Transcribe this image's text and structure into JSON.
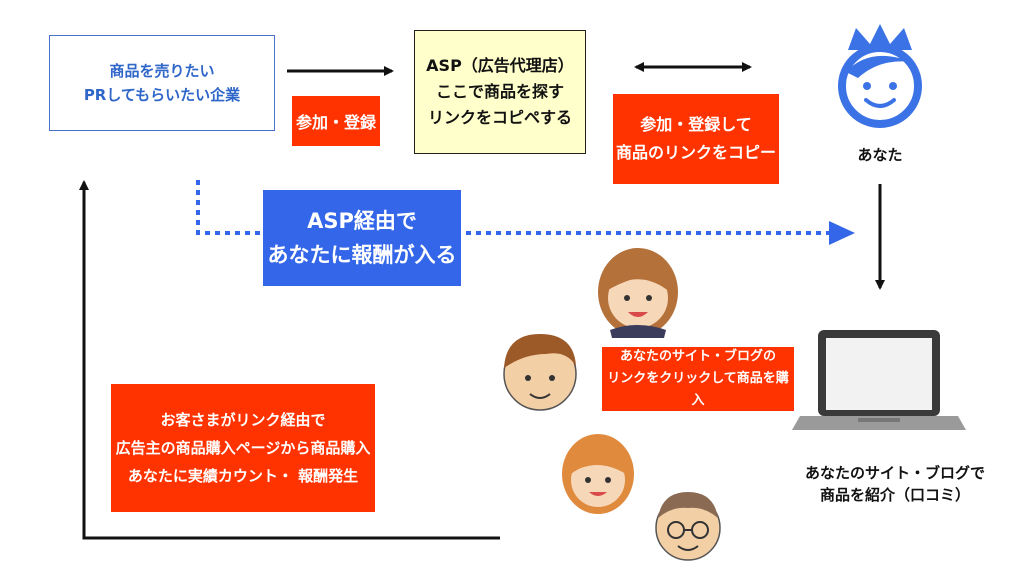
{
  "advertiser": {
    "line1": "商品を売りたい",
    "line2": "PRしてもらいたい企業"
  },
  "asp_box": {
    "line1": "ASP（広告代理店）",
    "line2": "ここで商品を探す",
    "line3": "リンクをコピペする"
  },
  "join_label": "参加・登録",
  "join_copy_label": {
    "line1": "参加・登録して",
    "line2": "商品のリンクをコピー"
  },
  "you_label": "あなた",
  "reward_label": {
    "line1": "ASP経由で",
    "line2": "あなたに報酬が入る"
  },
  "buy_label": {
    "line1": "あなたのサイト・ブログの",
    "line2": "リンクをクリックして商品を購入"
  },
  "report_label": {
    "line1": "お客さまがリンク経由で",
    "line2": "広告主の商品購入ページから商品購入",
    "line3": "あなたに実績カウント・ 報酬発生"
  },
  "laptop_caption": {
    "line1": "あなたのサイト・ブログで",
    "line2": "商品を紹介（口コミ）"
  },
  "colors": {
    "red": "#ff3300",
    "blue": "#3366e8",
    "yellow": "#ffffcc",
    "advertiser_text": "#2f66c9"
  },
  "icons": [
    "crown-smiley-icon",
    "woman-icon",
    "man-icon",
    "girl-icon",
    "glasses-man-icon",
    "laptop-icon"
  ]
}
